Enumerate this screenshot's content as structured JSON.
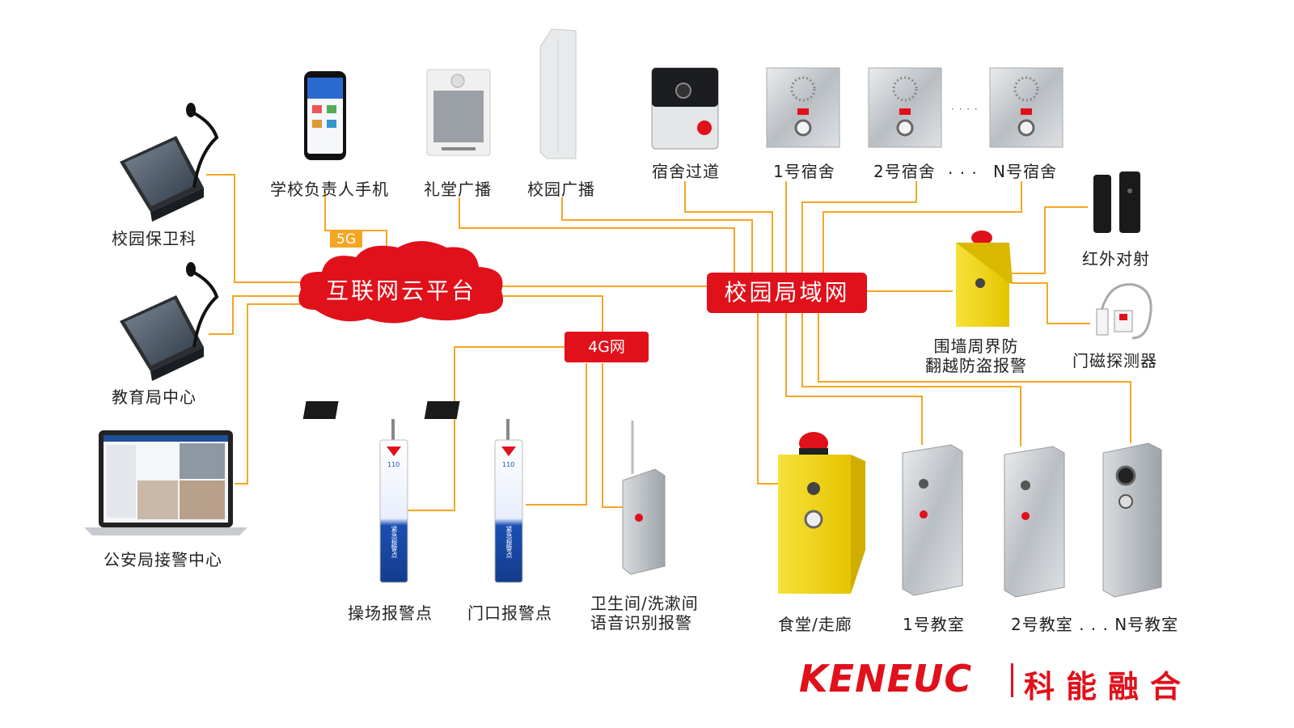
{
  "diagram": {
    "hubs": {
      "cloud": "互联网云平台",
      "lan": "校园局域网"
    },
    "tags": {
      "g5": "5G",
      "g4": "4G网"
    },
    "left_nodes": {
      "security": "校园保卫科",
      "education": "教育局中心",
      "police": "公安局接警中心"
    },
    "top_nodes": {
      "phone": "学校负责人手机",
      "hall": "礼堂广播",
      "campus_broadcast": "校园广播",
      "corridor": "宿舍过道",
      "dorm1": "1号宿舍",
      "dorm2": "2号宿舍",
      "dorm_ellipsis": ". . .",
      "dormN": "N号宿舍",
      "dots": "· · · ·"
    },
    "right_nodes": {
      "infrared": "红外对射",
      "perimeter_line1": "围墙周界防",
      "perimeter_line2": "翻越防盗报警",
      "magnetic": "门磁探测器"
    },
    "bottom_nodes": {
      "playground": "操场报警点",
      "gate": "门口报警点",
      "restroom_line1": "卫生间/洗漱间",
      "restroom_line2": "语音识别报警",
      "canteen": "食堂/走廊",
      "class1": "1号教室",
      "class2": "2号教室 . . . N号教室"
    },
    "pole_labels": {
      "number": "110",
      "text": "紧急报警点"
    }
  },
  "brand": {
    "en": "KENEUC",
    "cn": "科能融合"
  },
  "colors": {
    "line": "#f5a623",
    "red": "#e0111b",
    "yellow": "#f2d410",
    "steel": "#c9cdd1"
  }
}
